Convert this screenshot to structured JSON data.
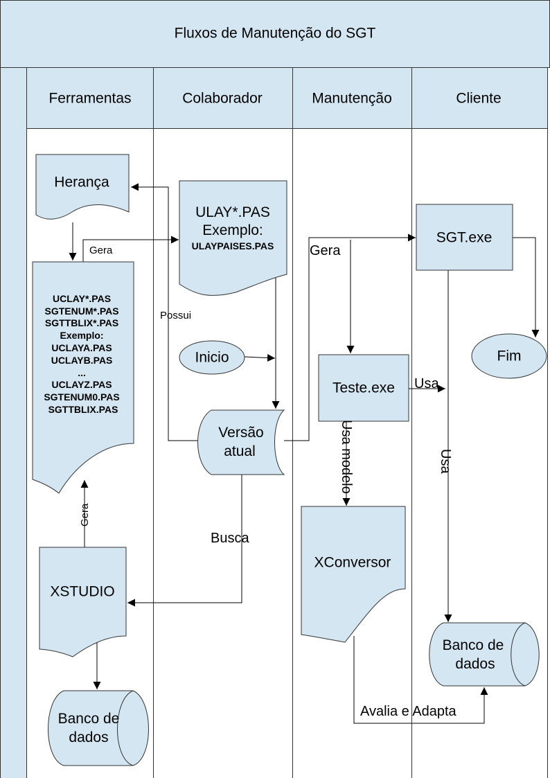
{
  "title": "Fluxos de Manutenção do SGT",
  "lanes": [
    "Ferramentas",
    "Colaborador",
    "Manutenção",
    "Cliente"
  ],
  "nodes": {
    "heranca": "Herança",
    "uclay": [
      "UCLAY*.PAS",
      "SGTENUM*.PAS",
      "SGTTBLIX*.PAS",
      "Exemplo:",
      "UCLAYA.PAS",
      "UCLAYB.PAS",
      "...",
      "UCLAYZ.PAS",
      "SGTENUM0.PAS",
      "SGTTBLIX.PAS"
    ],
    "ulay_line1": "ULAY*.PAS",
    "ulay_line2": "Exemplo:",
    "ulay_line3": "ULAYPAISES.PAS",
    "inicio": "Inicio",
    "versao_line1": "Versão",
    "versao_line2": "atual",
    "xstudio": "XSTUDIO",
    "banco_left_line1": "Banco de",
    "banco_left_line2": "dados",
    "sgt_exe": "SGT.exe",
    "teste_exe": "Teste.exe",
    "fim": "Fim",
    "xconversor": "XConversor",
    "banco_right_line1": "Banco de",
    "banco_right_line2": "dados"
  },
  "edge_labels": {
    "gera_top": "Gera",
    "possui": "Possui",
    "gera_vertical": "Gera",
    "busca": "Busca",
    "gera_manut": "Gera",
    "usa_h": "Usa",
    "usa_modelo": "Usa modelo",
    "usa_v": "Usa",
    "avalia": "Avalia e Adapta"
  },
  "colors": {
    "fill": "#d4e6f1",
    "stroke": "#333333",
    "background": "#ffffff"
  }
}
